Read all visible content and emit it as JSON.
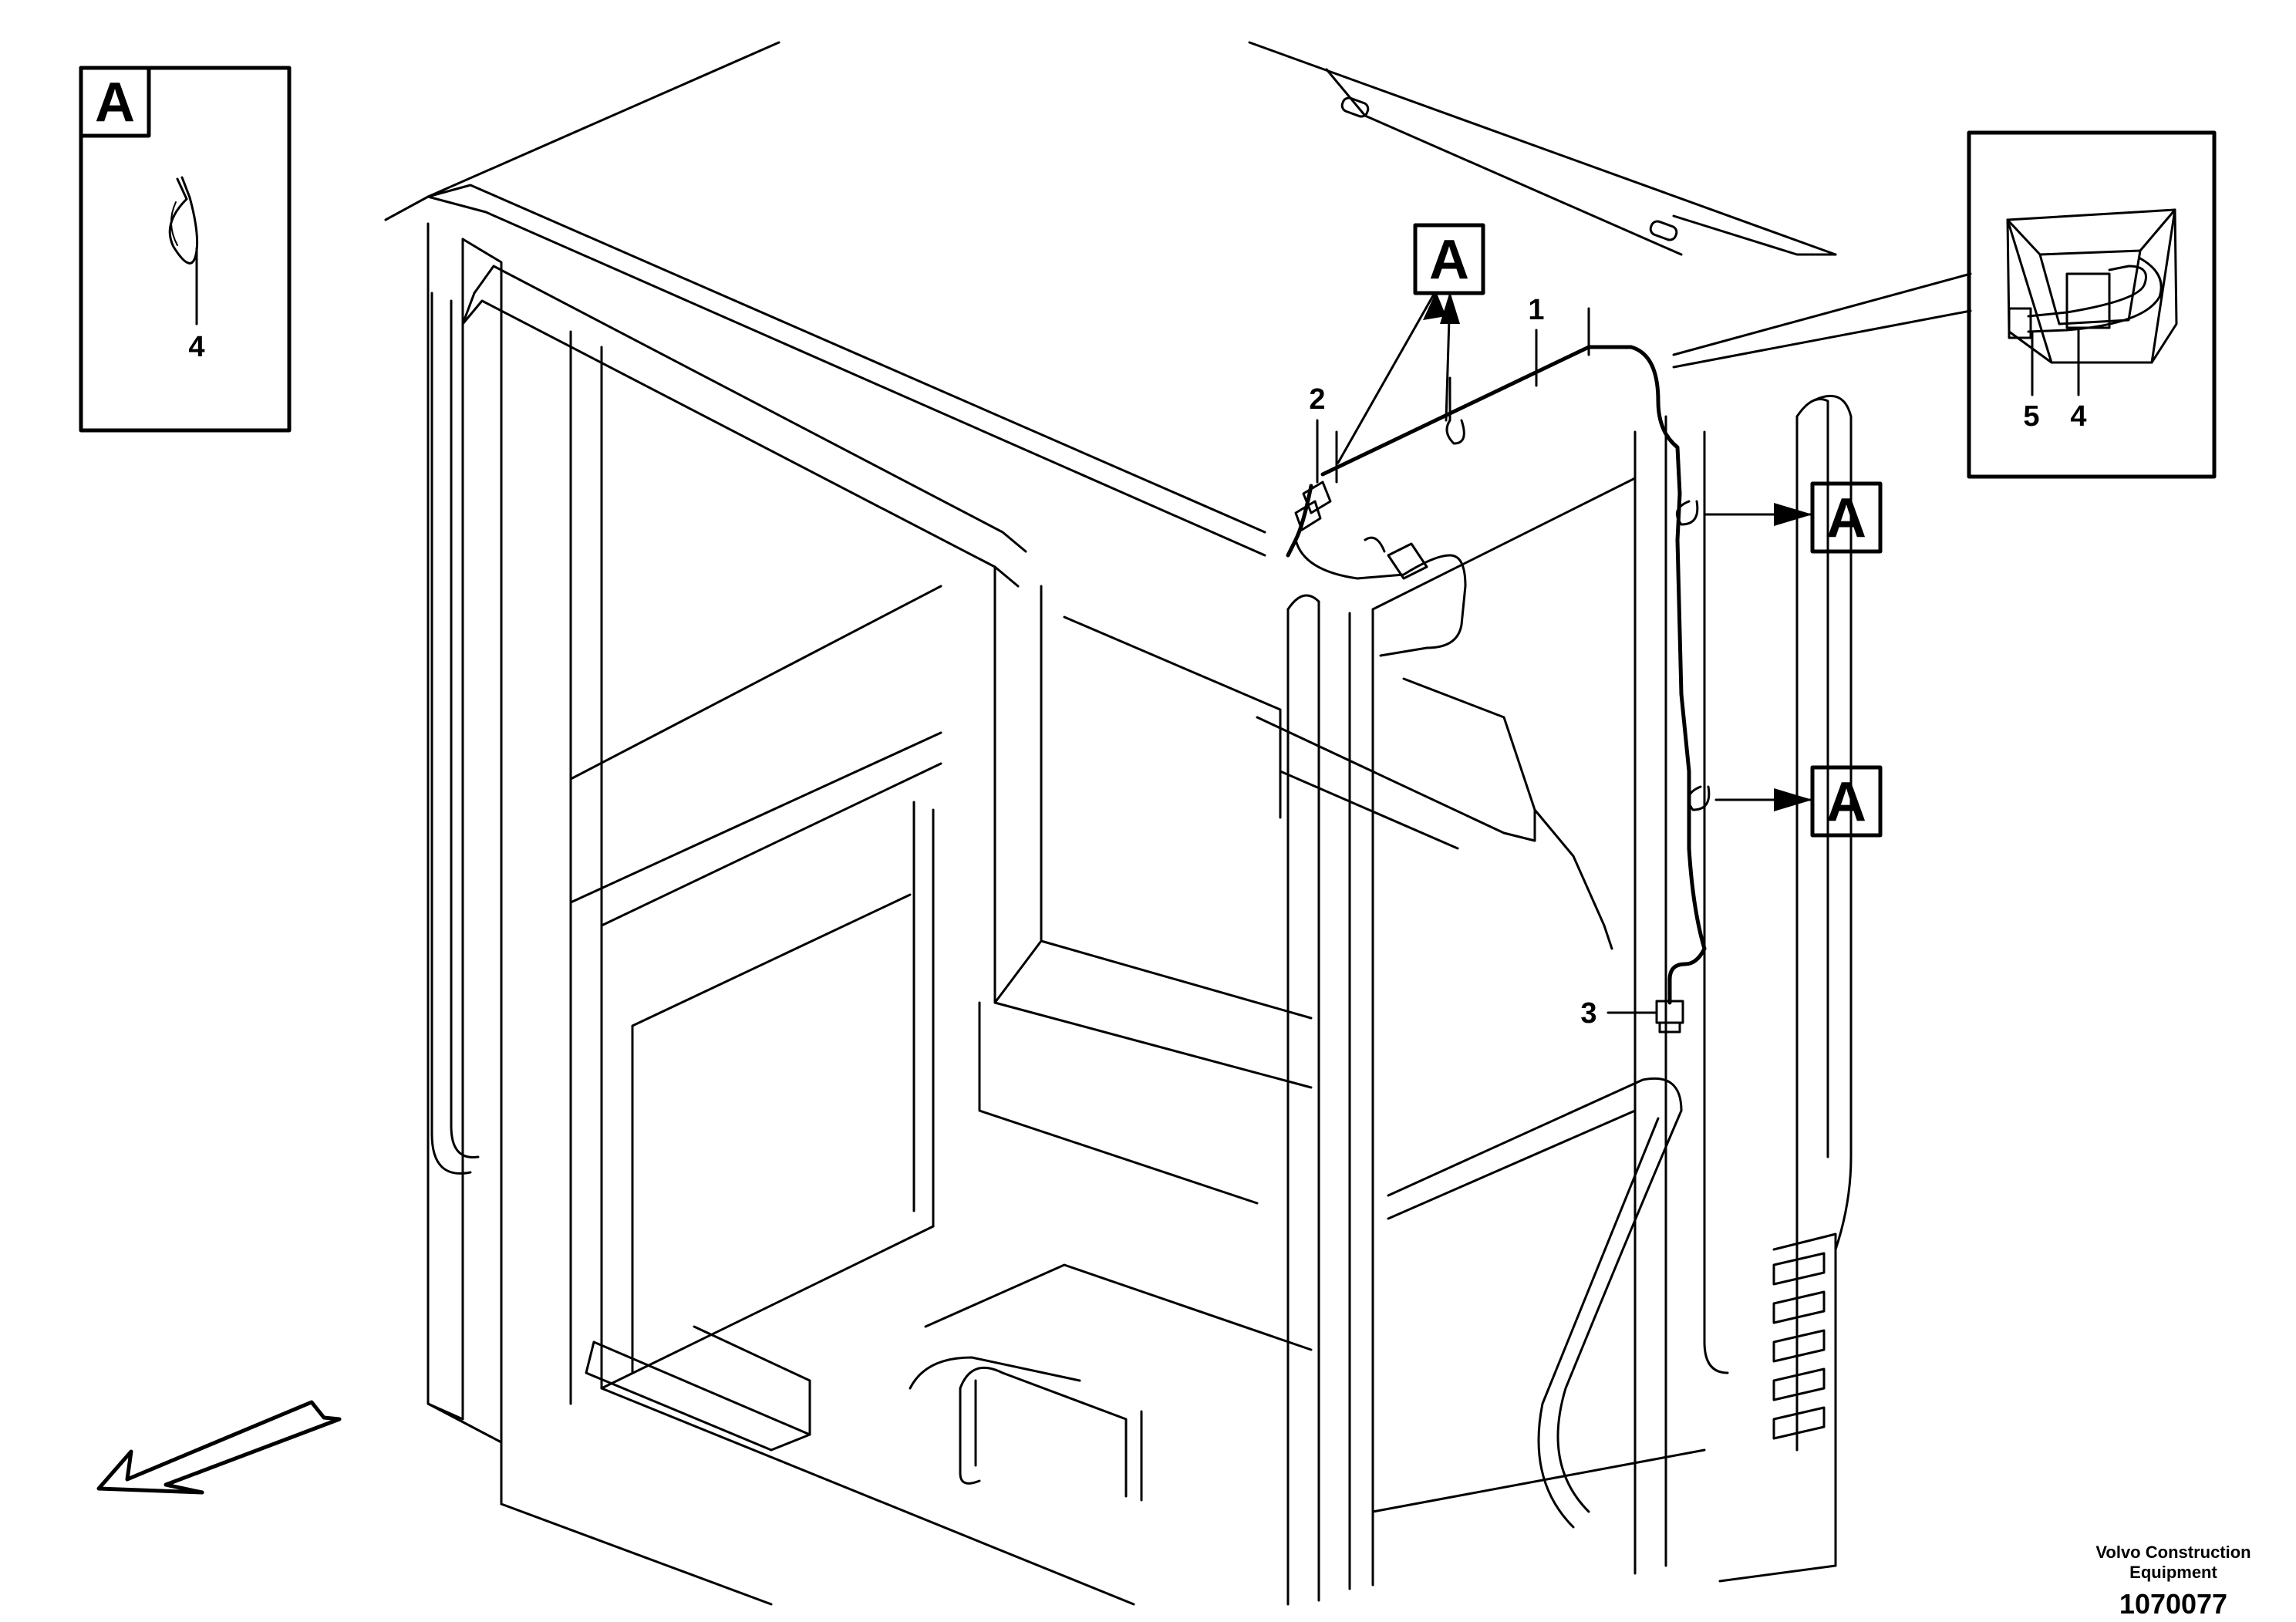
{
  "callouts": {
    "detail_ref_letter": "A",
    "item_1": "1",
    "item_2": "2",
    "item_3": "3",
    "item_4": "4",
    "item_5": "5"
  },
  "footer": {
    "brand_line1": "Volvo Construction",
    "brand_line2": "Equipment",
    "part_number": "1070077"
  },
  "icons": [
    "cable-tie-icon",
    "direction-arrow-icon"
  ]
}
